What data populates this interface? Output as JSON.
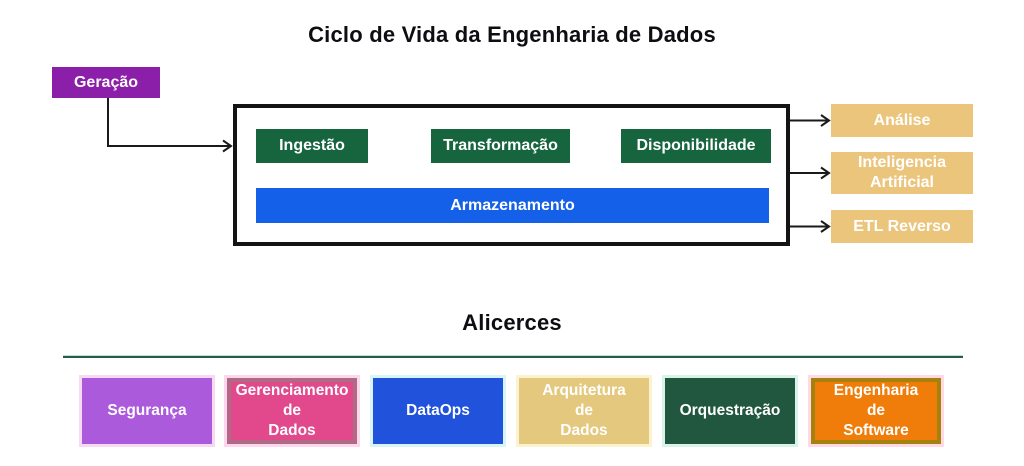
{
  "title": "Ciclo de Vida da Engenharia de Dados",
  "lifecycle": {
    "generation": {
      "label": "Geração"
    },
    "stages": [
      {
        "label": "Ingestão"
      },
      {
        "label": "Transformação"
      },
      {
        "label": "Disponibilidade"
      }
    ],
    "storage": {
      "label": "Armazenamento"
    },
    "outputs": [
      {
        "label": "Análise"
      },
      {
        "label": "Inteligencia\nArtificial"
      },
      {
        "label": "ETL Reverso"
      }
    ]
  },
  "foundations": {
    "title": "Alicerces",
    "pillars": [
      {
        "label": "Segurança"
      },
      {
        "label": "Gerenciamento\nde\nDados"
      },
      {
        "label": "DataOps"
      },
      {
        "label": "Arquitetura\nde\nDados"
      },
      {
        "label": "Orquestração"
      },
      {
        "label": "Engenharia\nde\nSoftware"
      }
    ]
  },
  "colors": {
    "generation_purple": "#8c1fa9",
    "stage_green": "#17653f",
    "storage_blue": "#1560e8",
    "output_tan": "#ecc57d",
    "container_border": "#141414",
    "divider_green": "#275c44",
    "pillar_security": "#ab5adb",
    "pillar_data_management_fill": "#e2498d",
    "pillar_data_management_border": "#af6b84",
    "pillar_dataops": "#2052dc",
    "pillar_architecture": "#e3c87d",
    "pillar_orchestration": "#20573e",
    "pillar_software_fill": "#f07d0a",
    "pillar_software_border": "#a5810d",
    "arrow_black": "#1a1a1a"
  }
}
